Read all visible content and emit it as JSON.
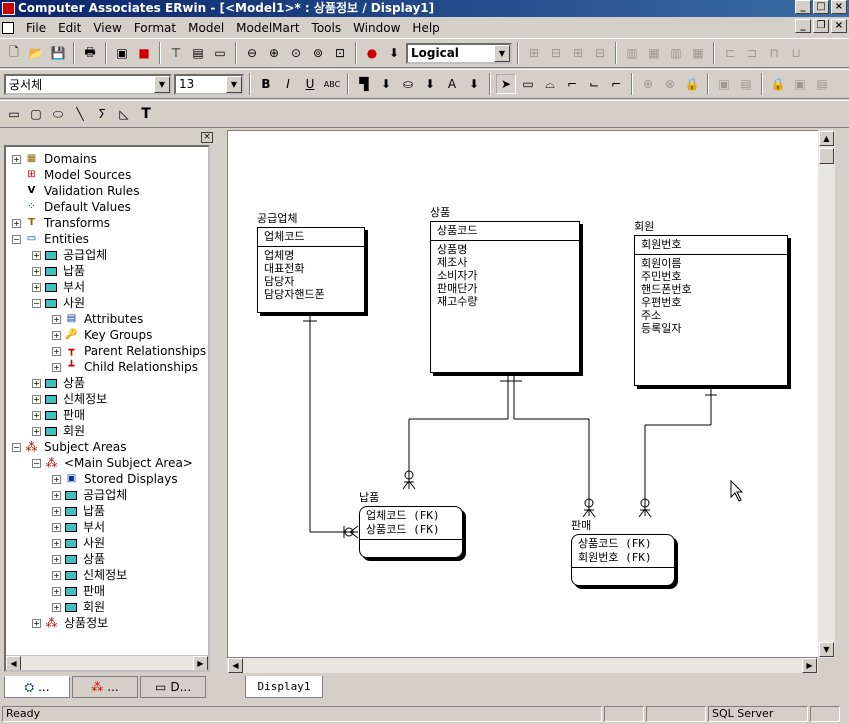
{
  "window": {
    "title": "Computer Associates ERwin - [<Model1>* : 상품정보 / Display1]"
  },
  "menu": [
    "File",
    "Edit",
    "View",
    "Format",
    "Model",
    "ModelMart",
    "Tools",
    "Window",
    "Help"
  ],
  "toolbar": {
    "view_mode": "Logical",
    "font_name": "궁서체",
    "font_size": "13"
  },
  "tree": {
    "domains": "Domains",
    "model_sources": "Model Sources",
    "validation_rules": "Validation Rules",
    "default_values": "Default Values",
    "transforms": "Transforms",
    "entities": "Entities",
    "ent1": "공급업체",
    "ent2": "납품",
    "ent3": "부서",
    "ent4": "사원",
    "attributes": "Attributes",
    "key_groups": "Key Groups",
    "parent_rel": "Parent Relationships",
    "child_rel": "Child Relationships",
    "ent5": "상품",
    "ent6": "신체정보",
    "ent7": "판매",
    "ent8": "회원",
    "subject_areas": "Subject Areas",
    "main_sa": "<Main Subject Area>",
    "stored_displays": "Stored Displays",
    "sa1": "공급업체",
    "sa2": "납품",
    "sa3": "부서",
    "sa4": "사원",
    "sa5": "상품",
    "sa6": "신체정보",
    "sa7": "판매",
    "sa8": "회원",
    "sa9": "상품정보"
  },
  "left_tabs": [
    "...",
    "...",
    "D..."
  ],
  "diagram": {
    "supplier": {
      "name": "공급업체",
      "pk": "업체코드",
      "attrs": [
        "업체명",
        "대표전화",
        "담당자",
        "담당자핸드폰"
      ]
    },
    "product": {
      "name": "상품",
      "pk": "상품코드",
      "attrs": [
        "상품명",
        "제조사",
        "소비자가",
        "판매단가",
        "재고수량"
      ]
    },
    "member": {
      "name": "회원",
      "pk": "회원번호",
      "attrs": [
        "회원이름",
        "주민번호",
        "핸드폰번호",
        "우편번호",
        "주소",
        "등록일자"
      ]
    },
    "delivery": {
      "name": "납품",
      "keys": [
        "업체코드 (FK)",
        "상품코드 (FK)"
      ]
    },
    "sale": {
      "name": "판매",
      "keys": [
        "상품코드 (FK)",
        "회원번호 (FK)"
      ]
    }
  },
  "display_tab": "Display1",
  "status": {
    "left": "Ready",
    "right": "SQL Server"
  }
}
